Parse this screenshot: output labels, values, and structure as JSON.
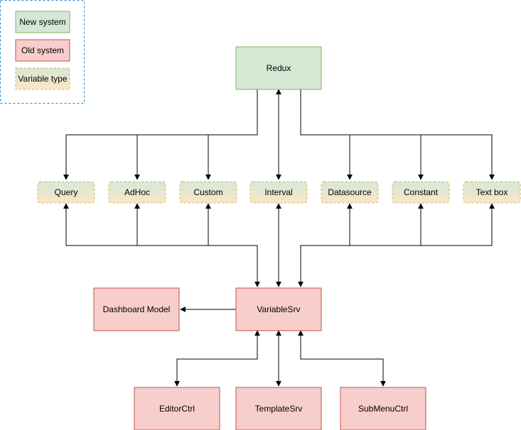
{
  "colors": {
    "new_fill": "#d5e8d4",
    "new_stroke": "#82b366",
    "old_fill": "#f8cecc",
    "old_stroke": "#b85450",
    "var_fill_top": "#d5e8d4",
    "var_fill_bottom": "#fbe5c8",
    "var_stroke": "#d6b656",
    "legend_border": "#1f8ad1",
    "edge": "#000000"
  },
  "legend": {
    "new_system": "New system",
    "old_system": "Old system",
    "variable_type": "Variable type"
  },
  "nodes": {
    "redux": "Redux",
    "query": "Query",
    "adhoc": "AdHoc",
    "custom": "Custom",
    "interval": "Interval",
    "datasource": "Datasource",
    "constant": "Constant",
    "textbox": "Text box",
    "variable_srv": "VariableSrv",
    "dashboard_model": "Dashboard Model",
    "editor_ctrl": "EditorCtrl",
    "template_srv": "TemplateSrv",
    "submenu_ctrl": "SubMenuCtrl"
  },
  "edges": [
    {
      "from": "redux",
      "to": "query",
      "arrow": "end"
    },
    {
      "from": "redux",
      "to": "adhoc",
      "arrow": "end"
    },
    {
      "from": "redux",
      "to": "custom",
      "arrow": "end"
    },
    {
      "from": "redux",
      "to": "interval",
      "arrow": "both"
    },
    {
      "from": "redux",
      "to": "datasource",
      "arrow": "end"
    },
    {
      "from": "redux",
      "to": "constant",
      "arrow": "end"
    },
    {
      "from": "redux",
      "to": "textbox",
      "arrow": "end"
    },
    {
      "from": "query",
      "to": "variable_srv",
      "arrow": "both"
    },
    {
      "from": "adhoc",
      "to": "variable_srv",
      "arrow": "both"
    },
    {
      "from": "custom",
      "to": "variable_srv",
      "arrow": "both"
    },
    {
      "from": "interval",
      "to": "variable_srv",
      "arrow": "both"
    },
    {
      "from": "datasource",
      "to": "variable_srv",
      "arrow": "both"
    },
    {
      "from": "constant",
      "to": "variable_srv",
      "arrow": "both"
    },
    {
      "from": "textbox",
      "to": "variable_srv",
      "arrow": "both"
    },
    {
      "from": "variable_srv",
      "to": "dashboard_model",
      "arrow": "end"
    },
    {
      "from": "variable_srv",
      "to": "editor_ctrl",
      "arrow": "both"
    },
    {
      "from": "variable_srv",
      "to": "template_srv",
      "arrow": "both"
    },
    {
      "from": "variable_srv",
      "to": "submenu_ctrl",
      "arrow": "both"
    }
  ]
}
